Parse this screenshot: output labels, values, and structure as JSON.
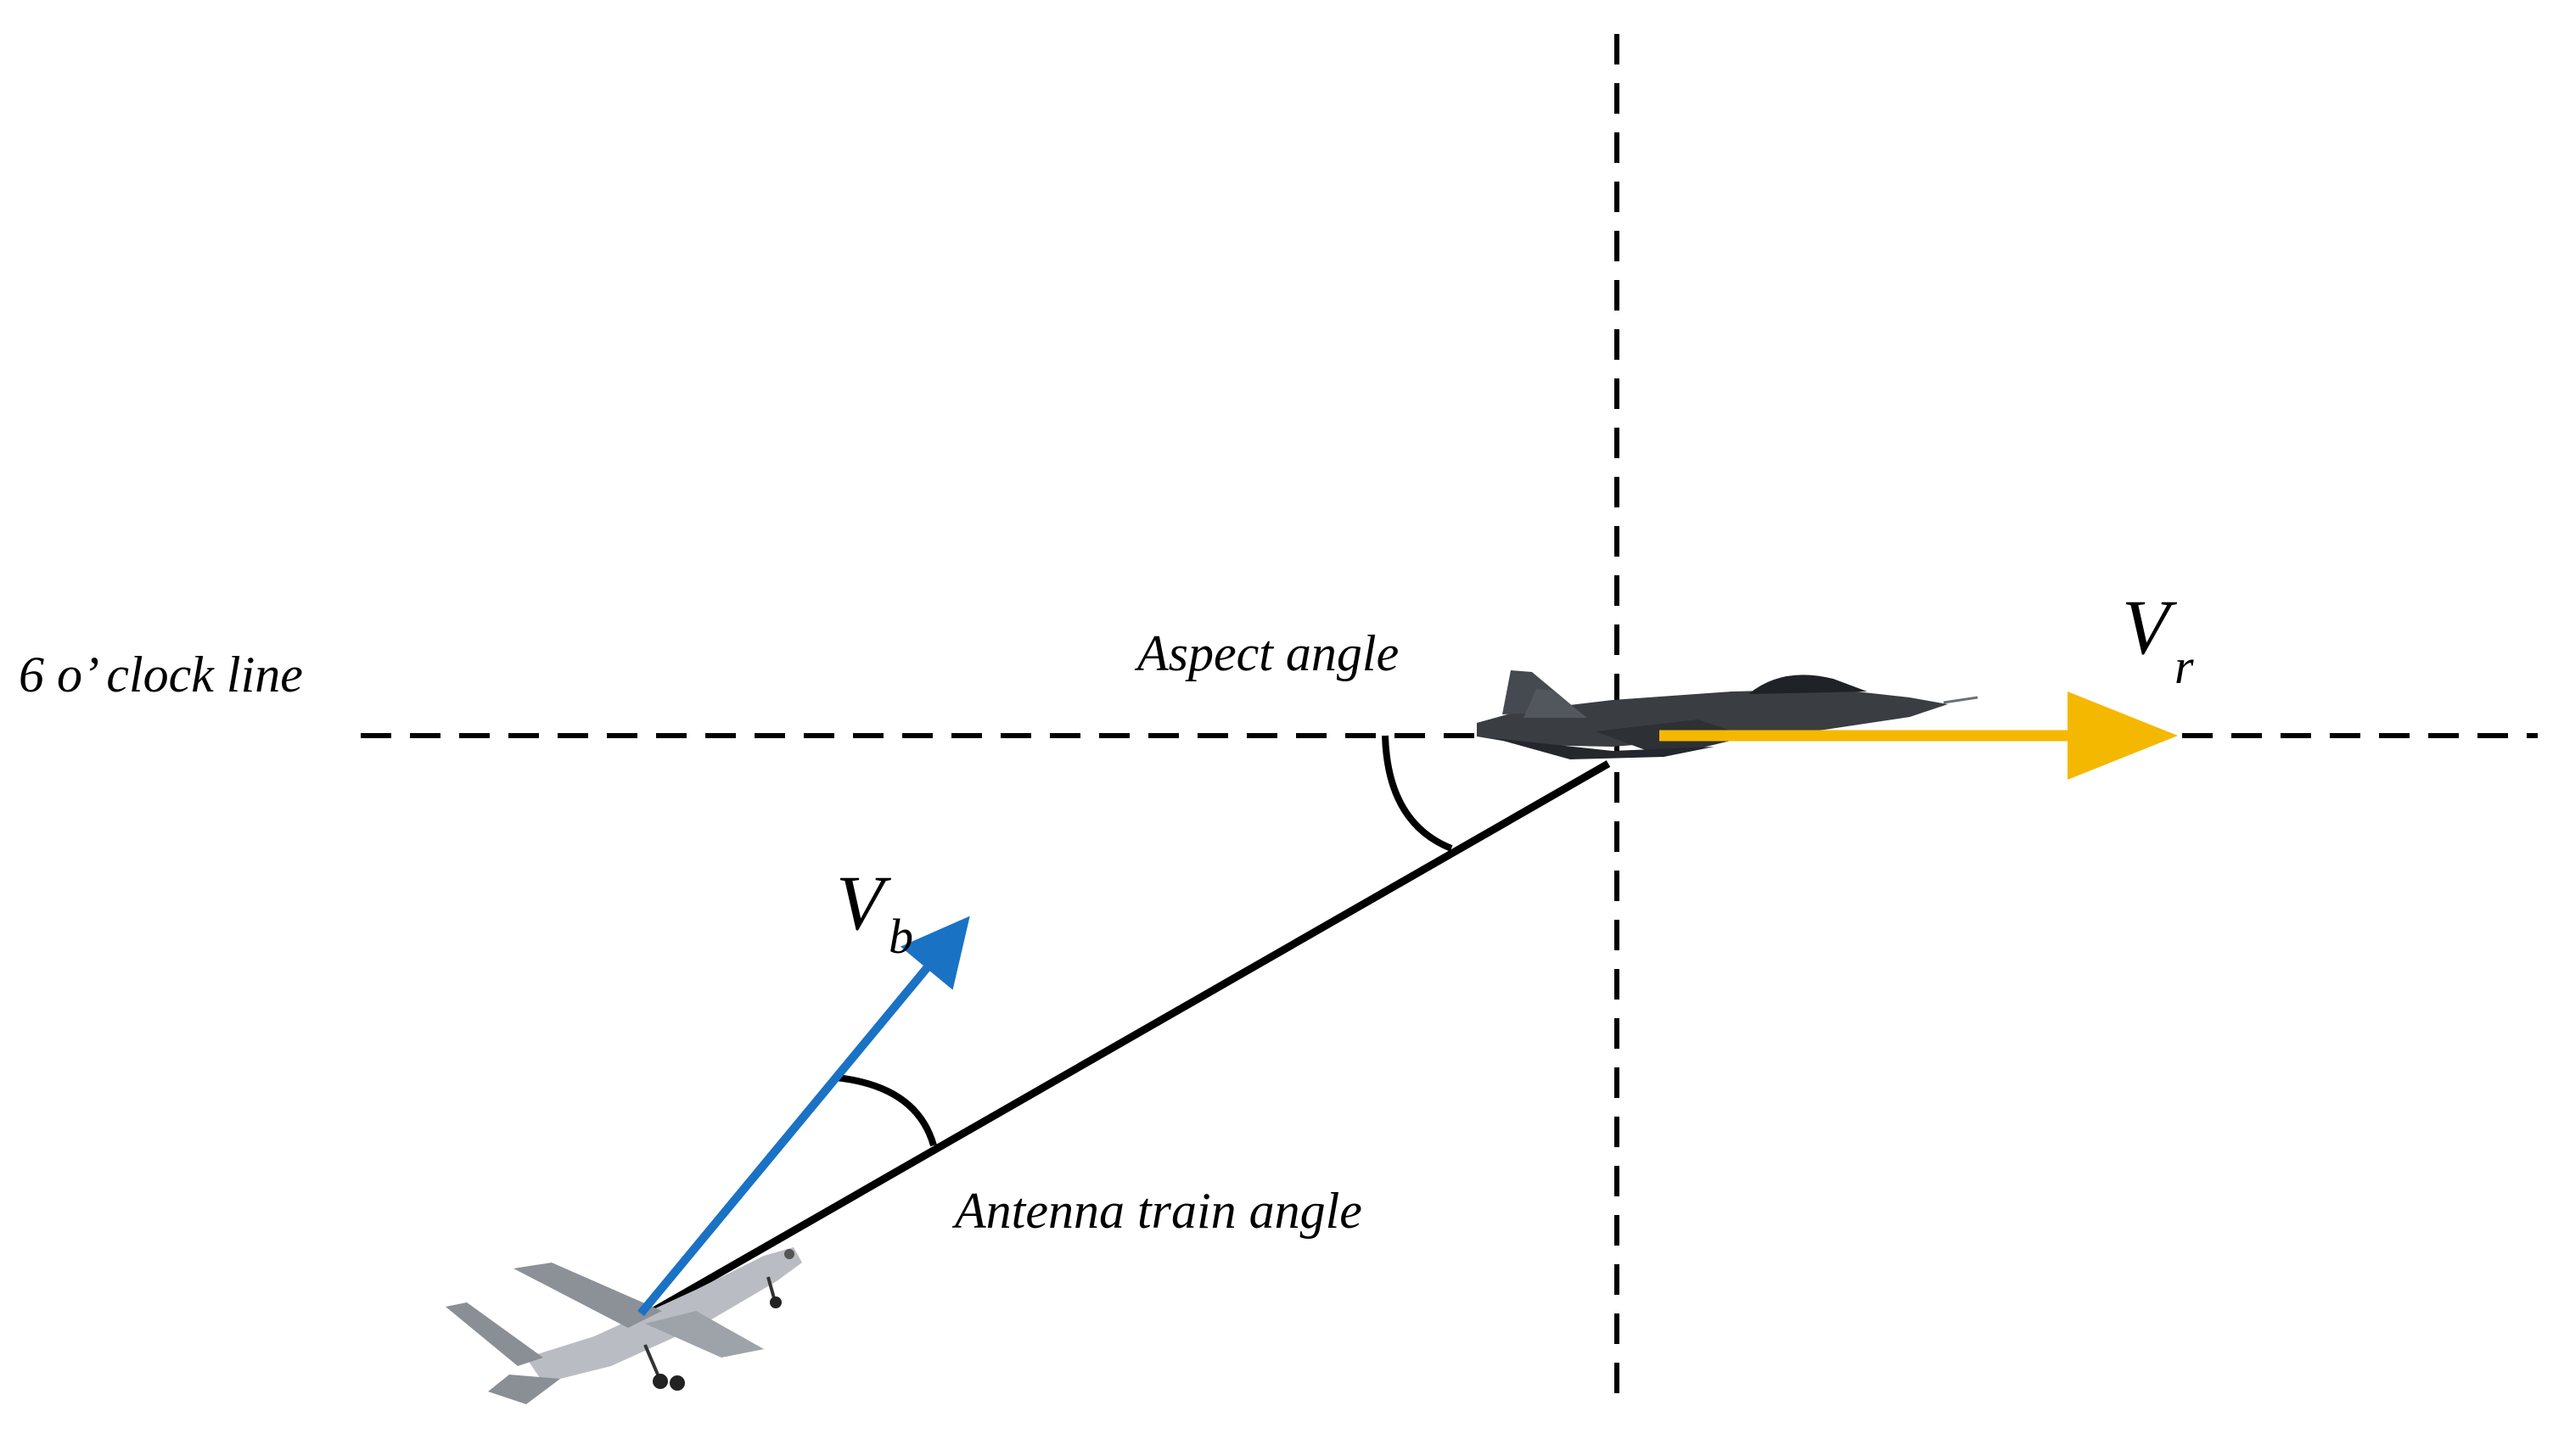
{
  "labels": {
    "clock_line": "6 o’ clock line",
    "aspect_angle": "Aspect angle",
    "antenna_train_angle": "Antenna train angle",
    "vr_symbol": "V",
    "vr_subscript": "r",
    "vb_symbol": "V",
    "vb_subscript": "b"
  },
  "colors": {
    "line": "#000000",
    "vr_arrow": "#f5b800",
    "vb_arrow": "#1a72c4",
    "jet_body": "#3a3d42",
    "drone_body": "#b9bdc3"
  },
  "icons": {
    "target": "fighter-jet-icon",
    "ownship": "uav-drone-icon"
  }
}
